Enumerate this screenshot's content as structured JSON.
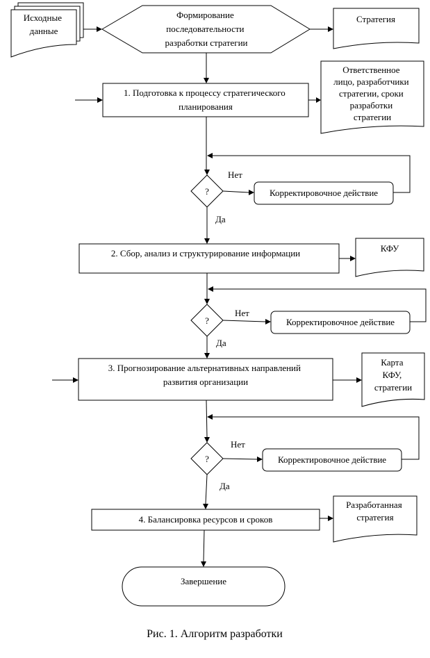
{
  "input_doc": [
    "Исходные",
    "данные"
  ],
  "start": [
    "Формирование",
    "последовательности",
    "разработки стратегии"
  ],
  "strategy_doc": [
    "Стратегия"
  ],
  "step1": [
    "1. Подготовка к процессу стратегического",
    "планирования"
  ],
  "step1_doc": [
    "Ответственное",
    "лицо, разработчики",
    "стратегии, сроки",
    "разработки",
    "стратегии"
  ],
  "step2": [
    "2. Сбор, анализ и структурирование информации"
  ],
  "step2_doc": [
    "КФУ"
  ],
  "step3": [
    "3. Прогнозирование альтернативных направлений",
    "развития организации"
  ],
  "step3_doc": [
    "Карта",
    "КФУ,",
    "стратегии"
  ],
  "step4": [
    "4. Балансировка ресурсов и сроков"
  ],
  "step4_doc": [
    "Разработанная",
    "стратегия"
  ],
  "end": [
    "Завершение"
  ],
  "decision": "?",
  "no_label": "Нет",
  "yes_label": "Да",
  "corrective": "Корректировочное действие",
  "caption": "Рис. 1. Алгоритм разработки"
}
